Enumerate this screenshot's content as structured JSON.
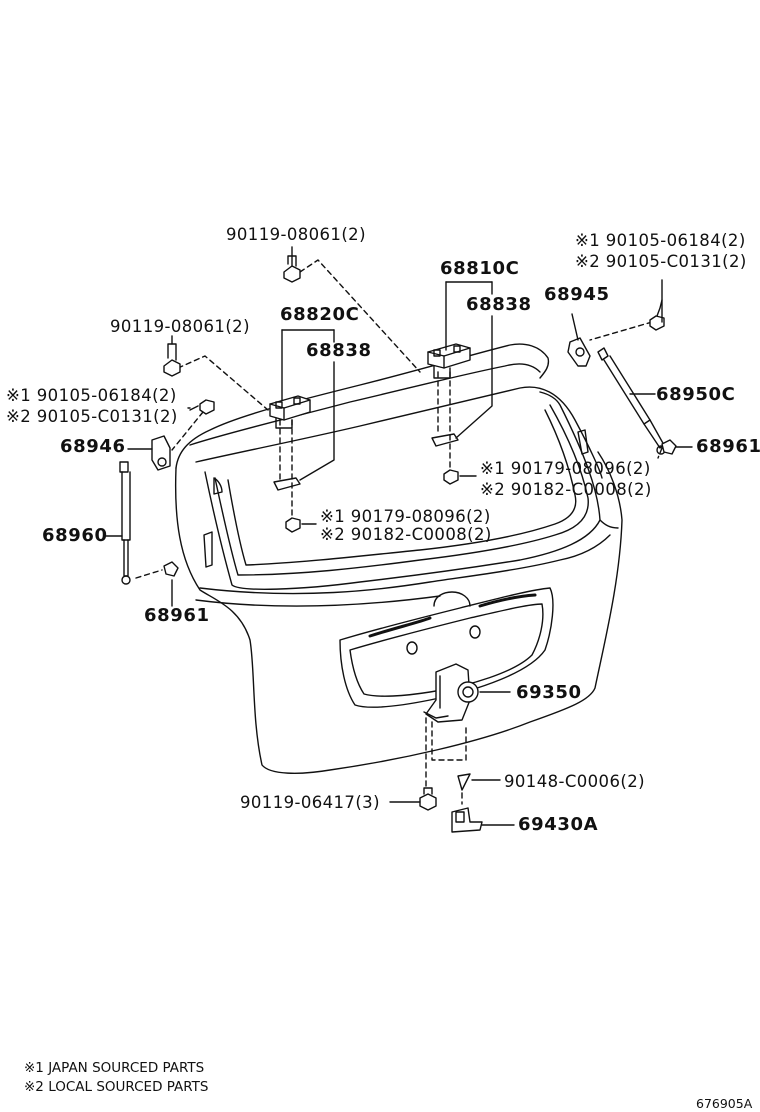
{
  "labels": {
    "p90119_08061_top": "90119-08061(2)",
    "p90119_08061_mid": "90119-08061(2)",
    "p68810C": "68810C",
    "p68838_right": "68838",
    "p68820C": "68820C",
    "p68838_left": "68838",
    "p90105_06184_right": "※1 90105-06184(2)",
    "p90105_C0131_right": "※2 90105-C0131(2)",
    "p68945": "68945",
    "p68950C": "68950C",
    "p68961_right": "68961",
    "p90105_06184_left": "※1 90105-06184(2)",
    "p90105_C0131_left": "※2 90105-C0131(2)",
    "p68946": "68946",
    "p90179_08096_right": "※1 90179-08096(2)",
    "p90182_C0008_right": "※2 90182-C0008(2)",
    "p90179_08096_left": "※1 90179-08096(2)",
    "p90182_C0008_left": "※2 90182-C0008(2)",
    "p68960": "68960",
    "p68961_left": "68961",
    "p69350": "69350",
    "p90148_C0006": "90148-C0006(2)",
    "p90119_06417": "90119-06417(3)",
    "p69430A": "69430A"
  },
  "legend": {
    "note1": "※1 JAPAN SOURCED PARTS",
    "note2": "※2 LOCAL SOURCED PARTS"
  },
  "figure_code": "676905A"
}
